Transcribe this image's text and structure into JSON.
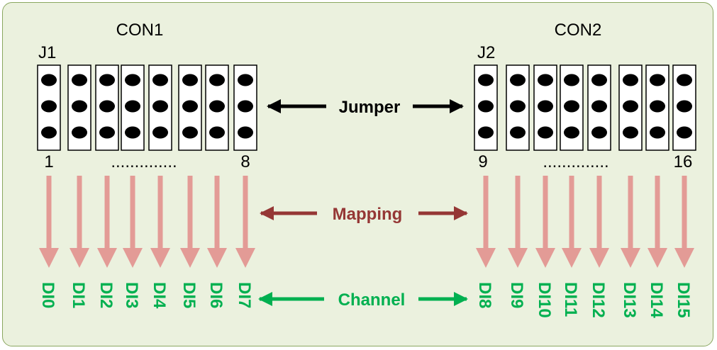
{
  "connectors": [
    {
      "name": "CON1",
      "jumper": "J1",
      "start_label": "1",
      "end_label": "8",
      "dots": "..............",
      "channels": [
        "DI0",
        "DI1",
        "DI2",
        "DI3",
        "DI4",
        "DI5",
        "DI6",
        "DI7"
      ]
    },
    {
      "name": "CON2",
      "jumper": "J2",
      "start_label": "9",
      "end_label": "16",
      "dots": "..............",
      "channels": [
        "DI8",
        "DI9",
        "DI10",
        "DI11",
        "DI12",
        "DI13",
        "DI14",
        "DI15"
      ]
    }
  ],
  "center_labels": {
    "jumper": "Jumper",
    "mapping": "Mapping",
    "channel": "Channel"
  },
  "colors": {
    "background": "#ebf1de",
    "border": "#8aa760",
    "mapping_arrow": "#e39b96",
    "mapping_label": "#953735",
    "channel": "#00b050",
    "jumper": "#000000"
  }
}
